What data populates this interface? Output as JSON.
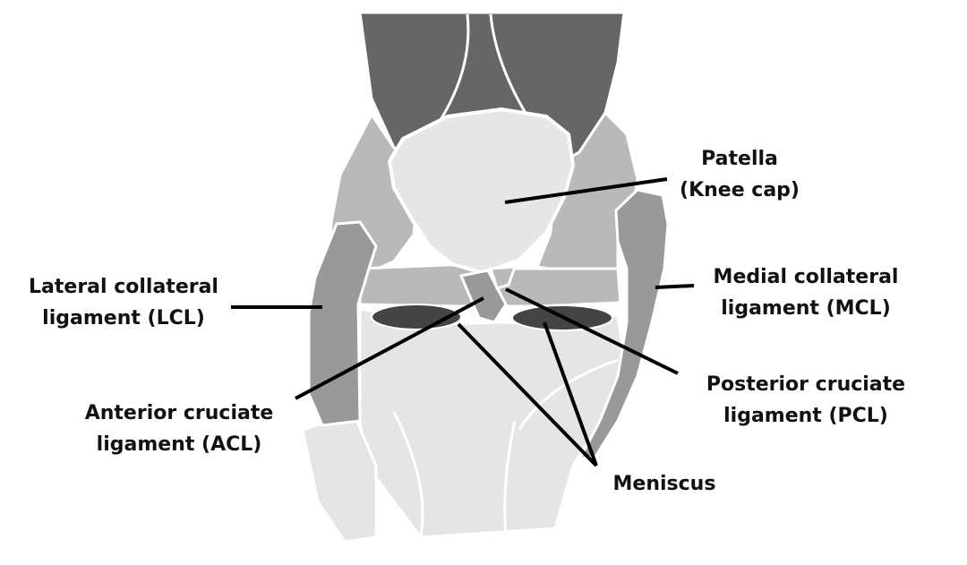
{
  "labels": {
    "patella": {
      "line1": "Patella",
      "line2": "(Knee cap)"
    },
    "lcl": {
      "line1": "Lateral collateral",
      "line2": "ligament (LCL)"
    },
    "mcl": {
      "line1": "Medial collateral",
      "line2": "ligament (MCL)"
    },
    "pcl": {
      "line1": "Posterior cruciate",
      "line2": "ligament (PCL)"
    },
    "acl": {
      "line1": "Anterior cruciate",
      "line2": "ligament (ACL)"
    },
    "meniscus": {
      "line1": "Meniscus"
    }
  },
  "colors": {
    "background": "#ffffff",
    "dark_muscle": "#666666",
    "mid_gray": "#b9b9b9",
    "patella": "#e6e6e6",
    "ligament": "#999999",
    "meniscus": "#444444",
    "bone_light": "#e5e5e5",
    "leader_line": "#000000",
    "outline": "#ffffff"
  }
}
